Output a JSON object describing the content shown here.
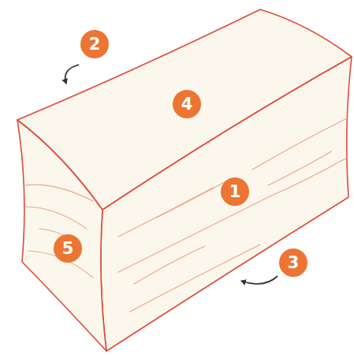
{
  "diagram": {
    "labels": [
      "2",
      "4",
      "1",
      "5",
      "3"
    ]
  }
}
